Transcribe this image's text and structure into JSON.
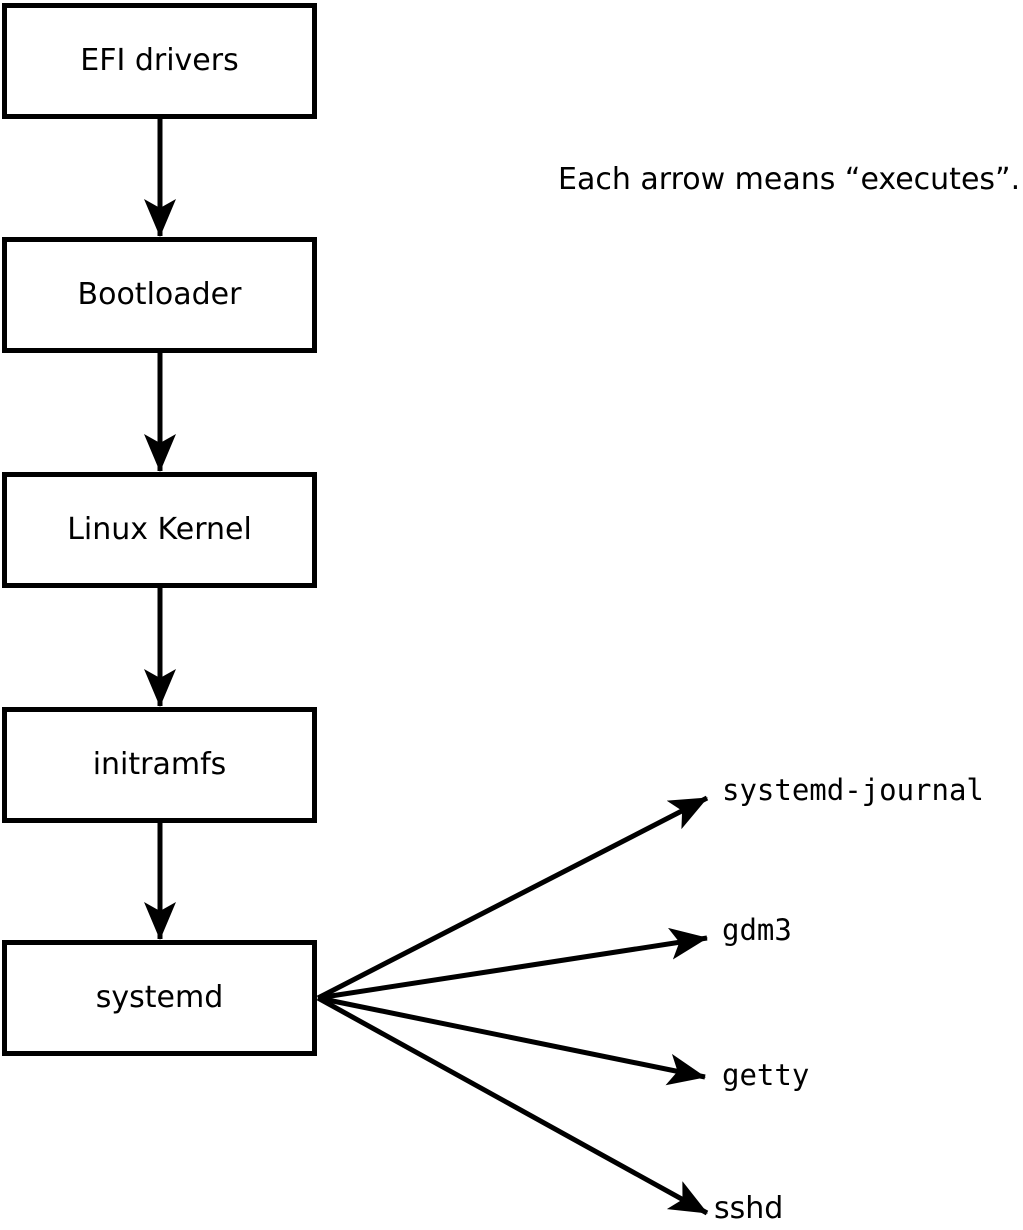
{
  "diagram": {
    "note": "Each arrow means “executes”.",
    "arrow_meaning": "executes",
    "boxes": [
      {
        "label": "EFI drivers"
      },
      {
        "label": "Bootloader"
      },
      {
        "label": "Linux Kernel"
      },
      {
        "label": "initramfs"
      },
      {
        "label": "systemd"
      }
    ],
    "targets": [
      {
        "label": "systemd-journal"
      },
      {
        "label": "gdm3"
      },
      {
        "label": "getty"
      },
      {
        "label": "sshd"
      }
    ],
    "edges": [
      {
        "from": "EFI drivers",
        "to": "Bootloader"
      },
      {
        "from": "Bootloader",
        "to": "Linux Kernel"
      },
      {
        "from": "Linux Kernel",
        "to": "initramfs"
      },
      {
        "from": "initramfs",
        "to": "systemd"
      },
      {
        "from": "systemd",
        "to": "systemd-journal"
      },
      {
        "from": "systemd",
        "to": "gdm3"
      },
      {
        "from": "systemd",
        "to": "getty"
      },
      {
        "from": "systemd",
        "to": "sshd"
      }
    ],
    "colors": {
      "stroke": "#000000",
      "background": "#ffffff",
      "box_fill": "#ffffff"
    }
  }
}
